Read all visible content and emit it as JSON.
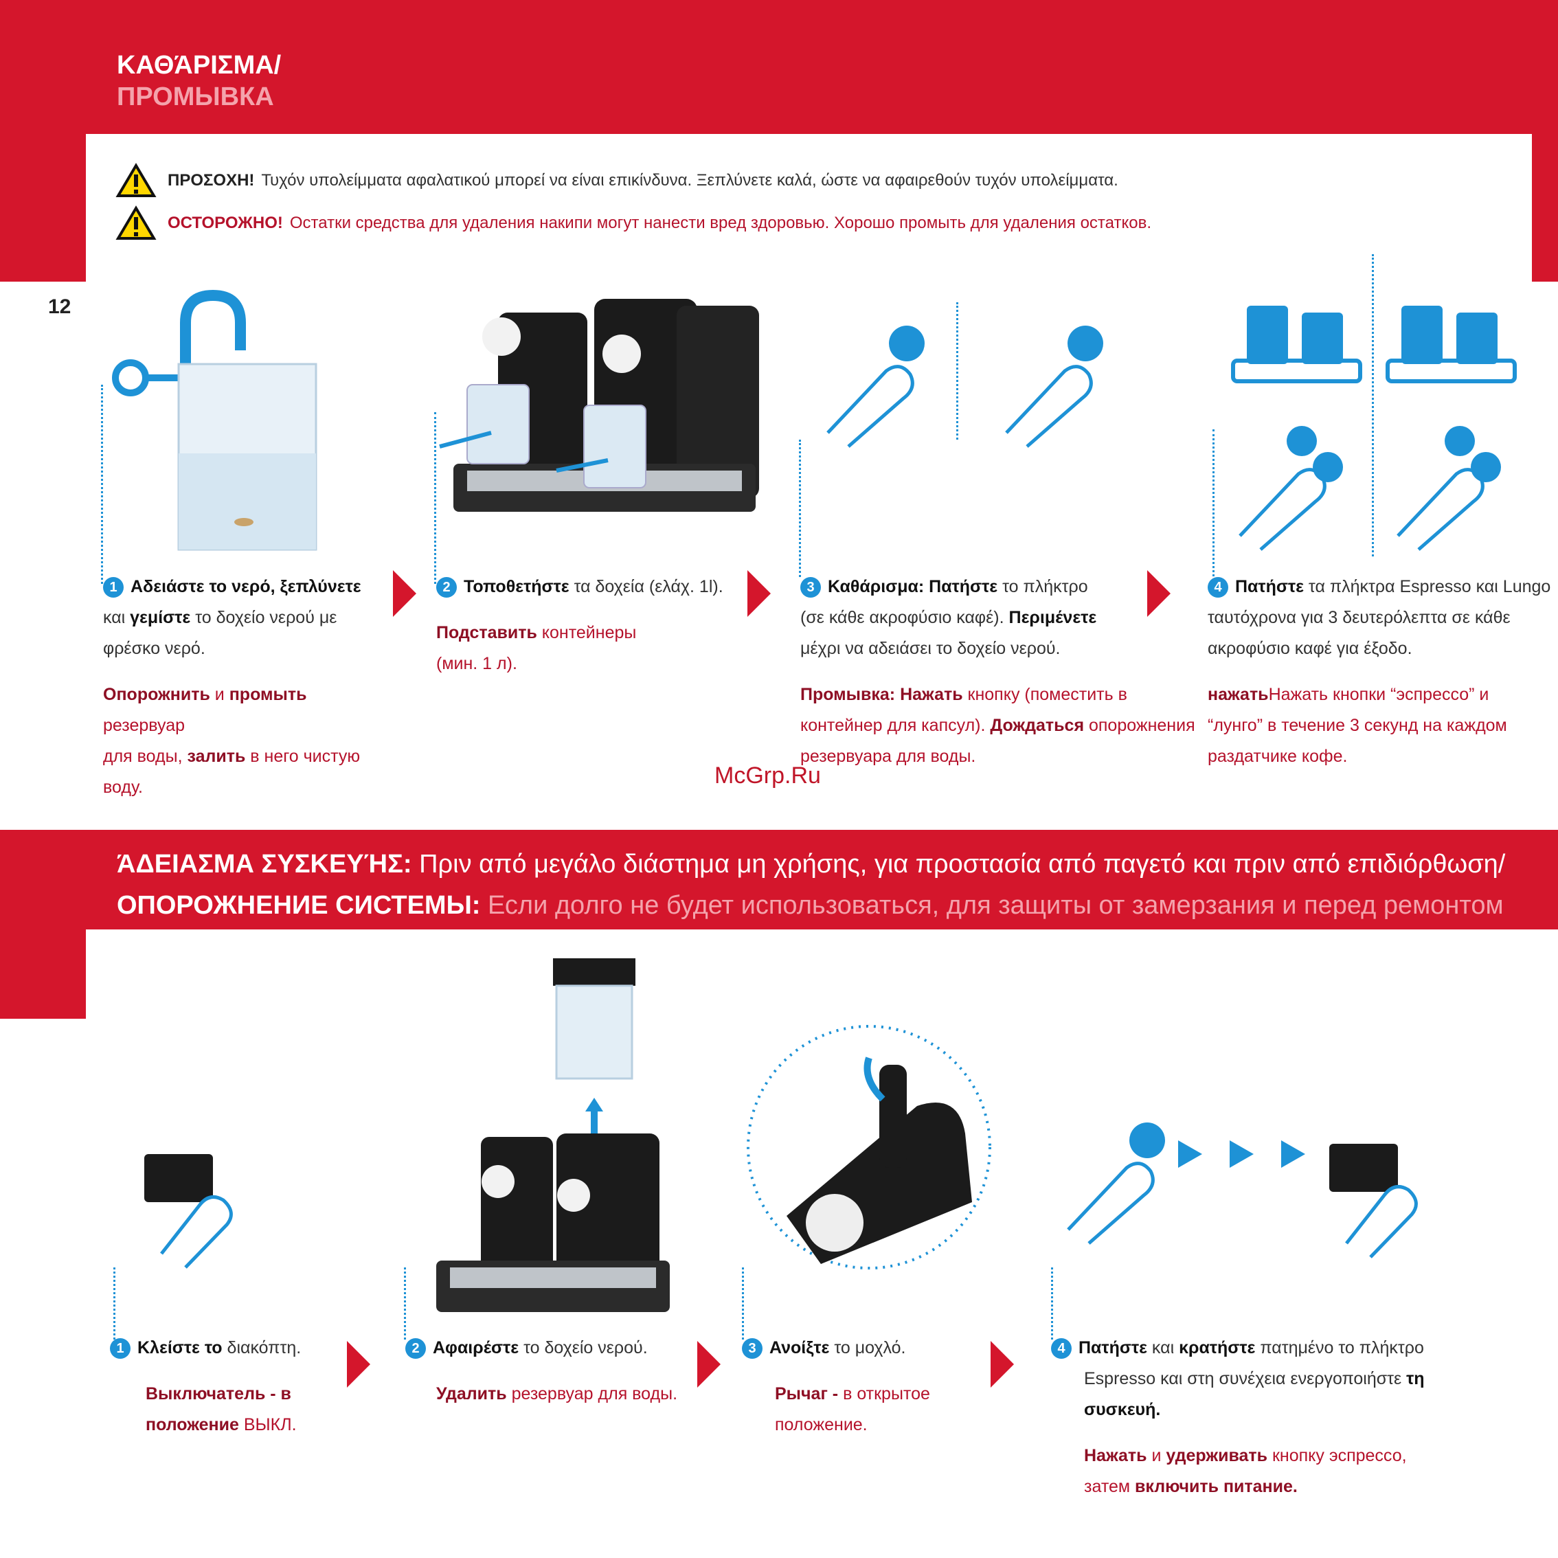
{
  "header": {
    "title_gr": "ΚΑΘΆΡΙΣΜΑ/",
    "title_ru": "ПРОМЫВКА"
  },
  "page_number": "12",
  "warnings": [
    {
      "label": "ΠΡΟΣΟΧΗ!",
      "text": "Τυχόν υπολείμματα αφαλατικού μπορεί να είναι επικίνδυνα. Ξεπλύνετε καλά, ώστε να αφαιρεθούν τυχόν υπολείμματα."
    },
    {
      "label": "ОСТОРОЖНО!",
      "text": "Остатки средства для удаления накипи могут нанести вред здоровью. Хорошо промыть для удаления остатков."
    }
  ],
  "cleaning_steps": [
    {
      "num": "1",
      "gr": [
        "Αδειάστε το νερό, ξεπλύνετε",
        "και ",
        "γεμίστε",
        " το δοχείο νερού με",
        "φρέσκο νερό."
      ],
      "ru": [
        "Опорожнить",
        " и ",
        "промыть",
        " резервуар",
        "для воды, ",
        "залить",
        " в него чистую воду."
      ]
    },
    {
      "num": "2",
      "gr": [
        "Τοποθετήστε",
        " τα δοχεία (ελάχ. 1l)."
      ],
      "ru": [
        "Подставить",
        " контейнеры",
        "(мин. 1 л)."
      ]
    },
    {
      "num": "3",
      "gr": [
        "Καθάρισμα: Πατήστε",
        " το πλήκτρο",
        "(σε κάθε ακροφύσιο καφέ). ",
        "Περιμένετε",
        "μέχρι να αδειάσει το δοχείο νερού."
      ],
      "ru": [
        "Промывка: Нажать",
        " кнопку (поместить в",
        "контейнер для капсул). ",
        "Дождаться",
        " опорожнения",
        "резервуара для воды."
      ]
    },
    {
      "num": "4",
      "gr": [
        "Πατήστε",
        " τα πλήκτρα Espresso και Lungo",
        "ταυτόχρονα για 3 δευτερόλεπτα σε κάθε",
        "ακροφύσιο καφέ για έξοδο."
      ],
      "ru": [
        "нажать",
        "Нажать кнопки “эспрессо” и",
        "“лунго” в течение 3 секунд на каждом",
        "раздатчике кофе."
      ]
    }
  ],
  "watermark": "McGrp.Ru",
  "section2": {
    "title_gr_bold": "ΆΔΕΙΑΣΜΑ ΣΥΣΚΕΥΉΣ:",
    "title_gr": " Πριν από μεγάλο διάστημα μη χρήσης, για προστασία από παγετό και πριν από επιδιόρθωση/",
    "title_ru_bold": "ОПОРОЖНЕНИЕ СИСТЕМЫ:",
    "title_ru": " Если долго не будет использоваться, для защиты от замерзания и перед ремонтом"
  },
  "emptying_steps": [
    {
      "num": "1",
      "gr": [
        "Κλείστε το",
        " διακόπτη."
      ],
      "ru": [
        "Выключатель - в",
        "положение",
        " ВЫКЛ."
      ]
    },
    {
      "num": "2",
      "gr": [
        "Αφαιρέστε",
        " το δοχείο νερού."
      ],
      "ru": [
        "Удалить",
        " резервуар для воды."
      ]
    },
    {
      "num": "3",
      "gr": [
        "Ανοίξτε",
        " το μοχλό."
      ],
      "ru": [
        "Рычаг -",
        " в открытое",
        "положение."
      ]
    },
    {
      "num": "4",
      "gr": [
        "Πατήστε",
        " και ",
        "κρατήστε",
        " πατημένο το πλήκτρο",
        "Espresso και στη συνέχεια ενεργοποιήστε ",
        "τη",
        "συσκευή."
      ],
      "ru": [
        "Нажать",
        " и ",
        "удерживать",
        " кнопку эспрессо,",
        "затем ",
        "включить питание."
      ]
    }
  ],
  "colors": {
    "brand_red": "#d4162c",
    "accent_blue": "#1e92d6",
    "ru_text": "#b5122b"
  },
  "icons": [
    "warning-triangle-icon",
    "faucet-icon",
    "water-tank-icon",
    "coffee-machine-icon",
    "finger-press-icon",
    "power-switch-icon",
    "lever-icon",
    "arrow-up-icon"
  ]
}
